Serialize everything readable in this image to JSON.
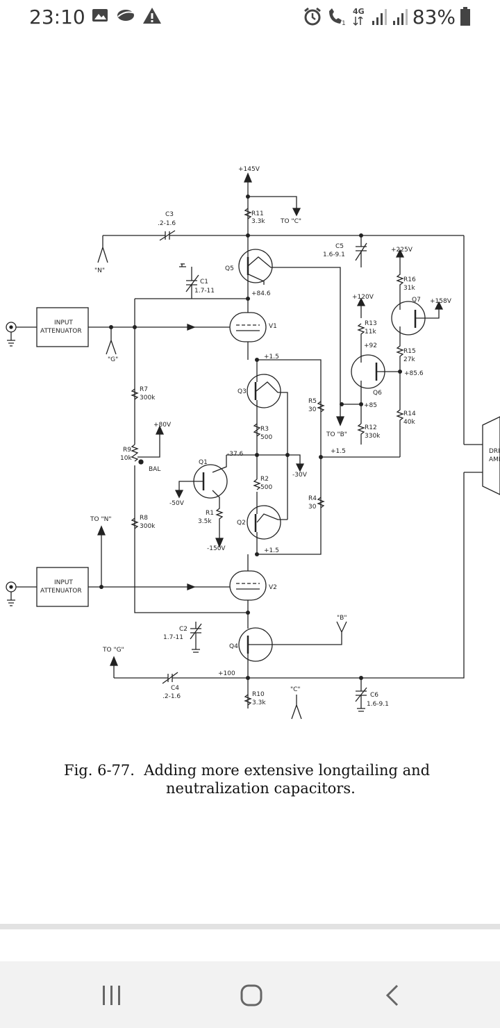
{
  "status_bar": {
    "time": "23:10",
    "left_icons": [
      "image-icon",
      "cloud-icon",
      "warning-icon"
    ],
    "right_icons": [
      "alarm-icon",
      "wifi-calling-icon",
      "4g-data-icon",
      "signal-icon",
      "signal-icon"
    ],
    "network": "4G",
    "battery_percent": "83%"
  },
  "schematic": {
    "labels": {
      "plus145": "+145V",
      "r11": "R11",
      "r11v": "3.3k",
      "to_c": "TO \"C\"",
      "c3": "C3",
      "c3v": ".2-1.6",
      "n_term": "\"N\"",
      "c5": "C5",
      "c5v": "1.6-9.1",
      "plus225": "+225V",
      "r16": "R16",
      "r16v": "31k",
      "q5": "Q5",
      "c1": "C1",
      "c1v": "1.7-11",
      "plus84": "+84.6",
      "plus120": "+120V",
      "q7": "Q7",
      "plus158": "+158V",
      "inatt1a": "INPUT",
      "inatt1b": "ATTENUATOR",
      "v1": "V1",
      "g_term": "\"G\"",
      "r13": "R13",
      "r13v": "11k",
      "plus92": "+92",
      "r15": "R15",
      "r15v": "27k",
      "plus1_5a": "+1.5",
      "q6": "Q6",
      "plus85_6": "+85.6",
      "r7": "R7",
      "r7v": "300k",
      "q3": "Q3",
      "r5": "R5",
      "r5v": "30",
      "plus85": "+85",
      "r14": "R14",
      "r14v": "40k",
      "plus80": "+80V",
      "r3": "R3",
      "r3v": "500",
      "to_b": "TO \"B\"",
      "r12": "R12",
      "r12v": "330k",
      "r9": "R9",
      "r9v": "10k",
      "bal": "BAL",
      "minus37": "-37.6",
      "plus1_5b": "+1.5",
      "q1": "Q1",
      "r2": "R2",
      "r2v": "500",
      "minus30": "-30V",
      "minus50": "-50V",
      "r4": "R4",
      "r4v": "30",
      "to_n": "TO \"N\"",
      "r8": "R8",
      "r8v": "300k",
      "r1": "R1",
      "r1v": "3.5k",
      "q2": "Q2",
      "minus150": "-150V",
      "plus1_5c": "+1.5",
      "inatt2a": "INPUT",
      "inatt2b": "ATTENUATOR",
      "v2": "V2",
      "b_term": "\"B\"",
      "c2": "C2",
      "c2v": "1.7-11",
      "q4": "Q4",
      "to_g": "TO \"G\"",
      "c4": "C4",
      "c4v": ".2-1.6",
      "plus100": "+100",
      "c_term": "\"C\"",
      "r10": "R10",
      "r10v": "3.3k",
      "c6": "C6",
      "c6v": "1.6-9.1",
      "drv1": "DRI",
      "drv2": "AMP"
    },
    "caption_line1": "Fig. 6-77.  Adding more extensive longtailing and",
    "caption_line2": "neutralization capacitors."
  },
  "nav_bar": {
    "buttons": [
      "recent-apps",
      "home",
      "back"
    ]
  }
}
